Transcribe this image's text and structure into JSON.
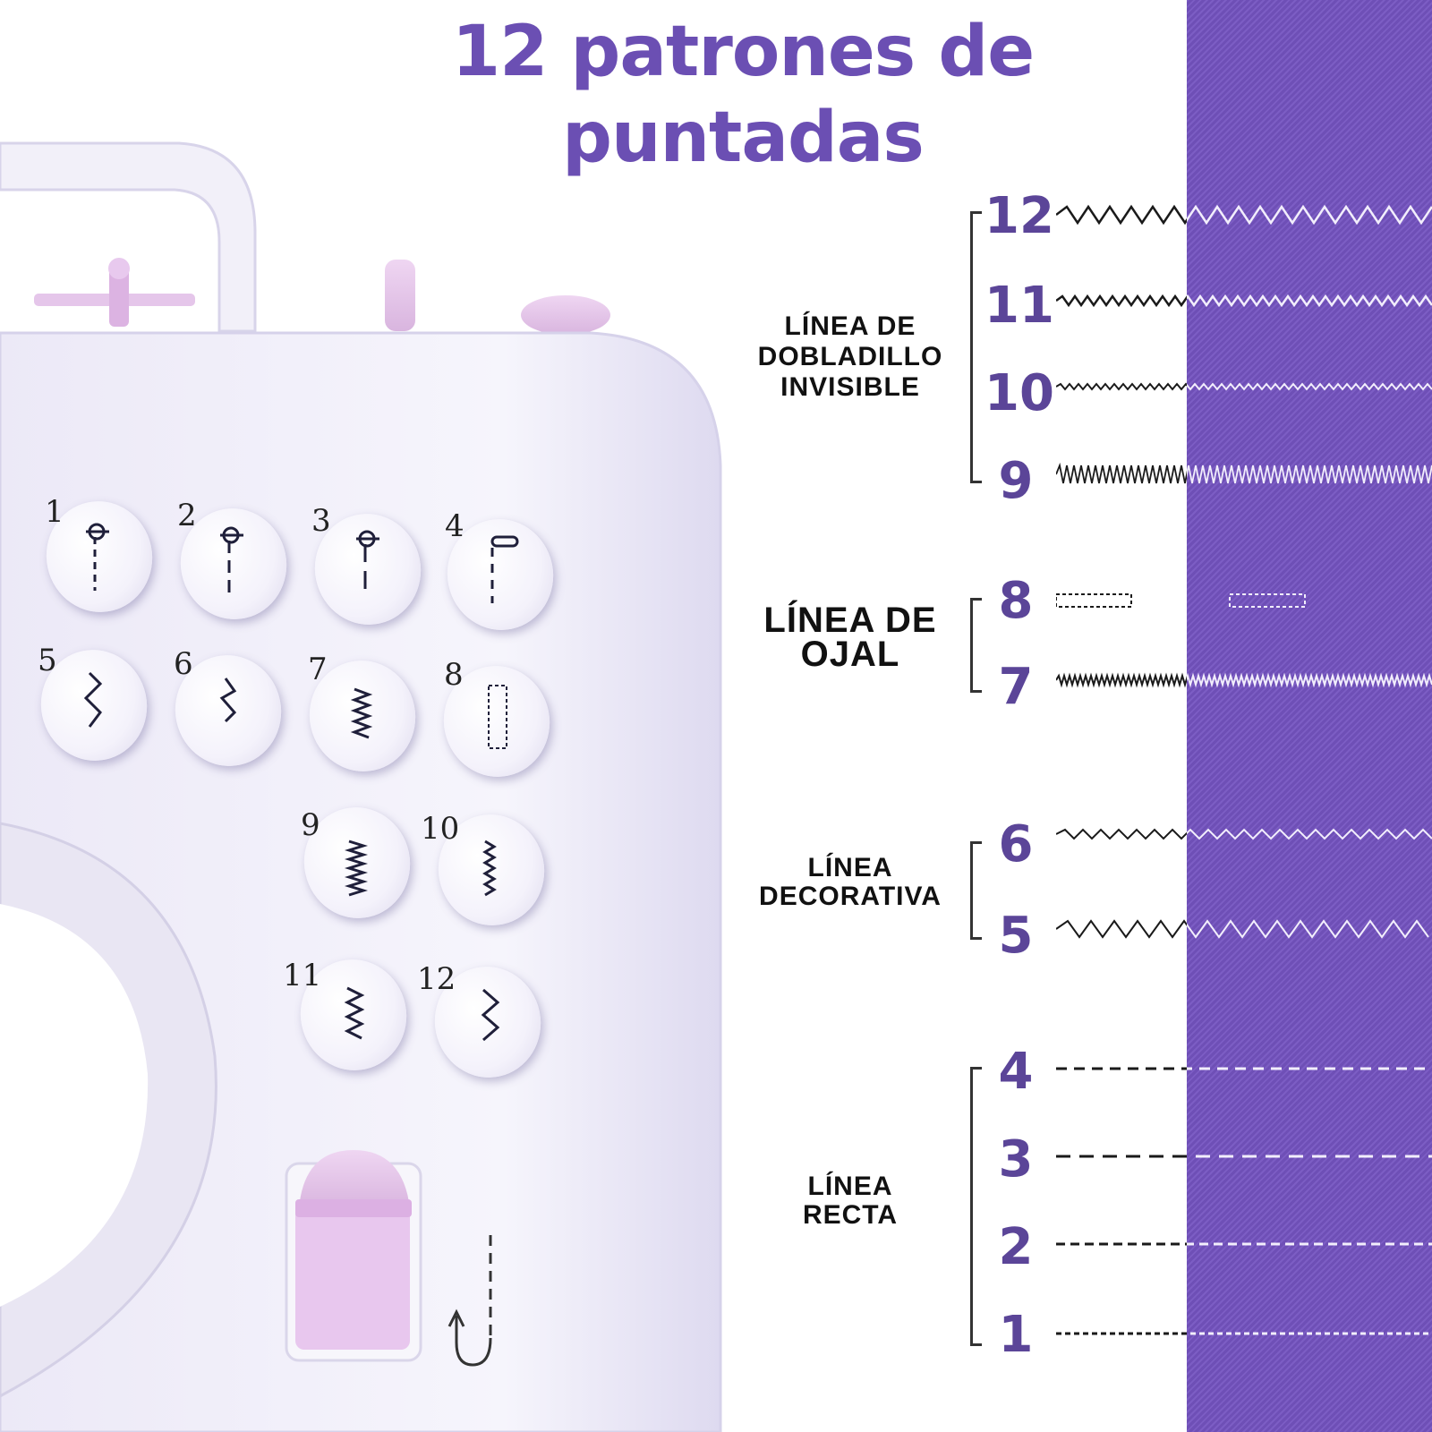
{
  "title": {
    "line1": "12 patrones de",
    "line2": "puntadas"
  },
  "colors": {
    "accent": "#6b4fb3",
    "fabric": "#7453c0",
    "machine_body": "#f3f1fb",
    "knob": "#e6c9ec"
  },
  "groups": [
    {
      "id": "invisible",
      "lines": [
        "LÍNEA DE",
        "DOBLADILLO",
        "INVISIBLE"
      ],
      "stitches": [
        "12",
        "11",
        "10",
        "9"
      ]
    },
    {
      "id": "ojal",
      "lines": [
        "LÍNEA DE",
        "OJAL"
      ],
      "stitches": [
        "8",
        "7"
      ]
    },
    {
      "id": "decorativa",
      "lines": [
        "LÍNEA",
        "DECORATIVA"
      ],
      "stitches": [
        "6",
        "5"
      ]
    },
    {
      "id": "recta",
      "lines": [
        "LÍNEA",
        "RECTA"
      ],
      "stitches": [
        "4",
        "3",
        "2",
        "1"
      ]
    }
  ],
  "panel_buttons": [
    "1",
    "2",
    "3",
    "4",
    "5",
    "6",
    "7",
    "8",
    "9",
    "10",
    "11",
    "12"
  ],
  "icons": {
    "button_symbols": "stitch-symbol-icon",
    "reverse": "reverse-stitch-icon"
  }
}
